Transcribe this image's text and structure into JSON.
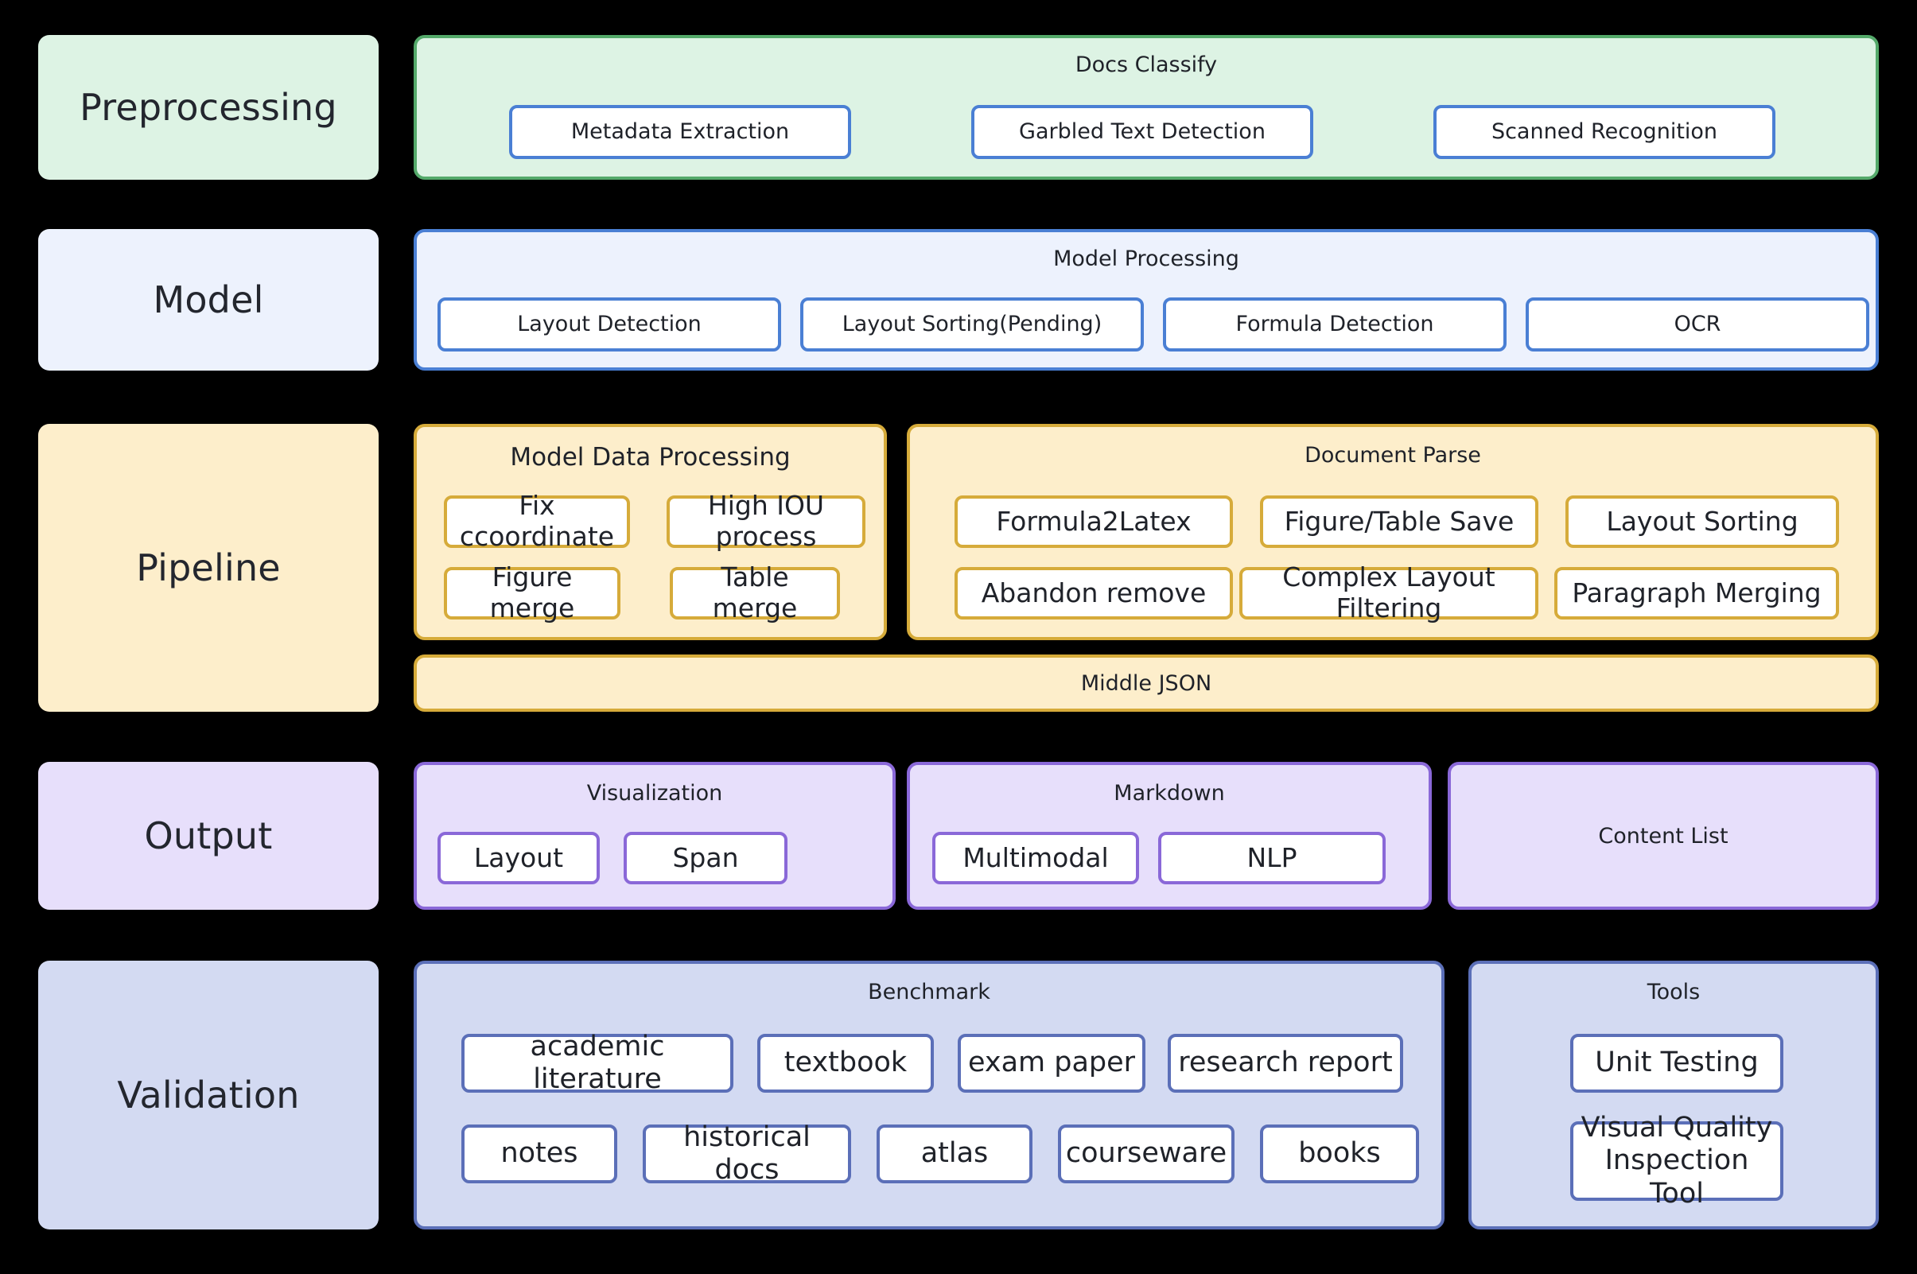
{
  "theme": {
    "background": "#000000",
    "green_fill": "#ddf3e4",
    "green_border": "#54a96a",
    "blue_fill": "#edf2fd",
    "blue_border": "#4a7fd4",
    "yellow_fill": "#fdeecb",
    "yellow_border": "#d6ab3a",
    "purple_fill": "#e7dffb",
    "purple_border": "#8a68d8",
    "navy_fill": "#d3daf2",
    "navy_border": "#5b6fb8",
    "chip_fill": "#ffffff",
    "text": "#1f2229"
  },
  "stages": [
    {
      "label": "Preprocessing"
    },
    {
      "label": "Model"
    },
    {
      "label": "Pipeline"
    },
    {
      "label": "Output"
    },
    {
      "label": "Validation"
    }
  ],
  "preprocessing": {
    "group_title": "Docs Classify",
    "items": [
      {
        "label": "Metadata Extraction"
      },
      {
        "label": "Garbled Text Detection"
      },
      {
        "label": "Scanned Recognition"
      }
    ]
  },
  "model": {
    "group_title": "Model Processing",
    "items": [
      {
        "label": "Layout Detection"
      },
      {
        "label": "Layout Sorting(Pending)"
      },
      {
        "label": "Formula Detection"
      },
      {
        "label": "OCR"
      }
    ]
  },
  "pipeline": {
    "model_data_processing": {
      "group_title": "Model Data Processing",
      "items": [
        {
          "label": "Fix ccoordinate"
        },
        {
          "label": "High IOU process"
        },
        {
          "label": "Figure merge"
        },
        {
          "label": "Table merge"
        }
      ]
    },
    "document_parse": {
      "group_title": "Document Parse",
      "items": [
        {
          "label": "Formula2Latex"
        },
        {
          "label": "Figure/Table Save"
        },
        {
          "label": "Layout Sorting"
        },
        {
          "label": "Abandon remove"
        },
        {
          "label": "Complex Layout Filtering"
        },
        {
          "label": "Paragraph Merging"
        }
      ]
    },
    "middle_json": {
      "label": "Middle JSON"
    }
  },
  "output": {
    "visualization": {
      "group_title": "Visualization",
      "items": [
        {
          "label": "Layout"
        },
        {
          "label": "Span"
        }
      ]
    },
    "markdown": {
      "group_title": "Markdown",
      "items": [
        {
          "label": "Multimodal"
        },
        {
          "label": "NLP"
        }
      ]
    },
    "content_list": {
      "label": "Content List"
    }
  },
  "validation": {
    "benchmark": {
      "group_title": "Benchmark",
      "row1": [
        {
          "label": "academic literature"
        },
        {
          "label": "textbook"
        },
        {
          "label": "exam paper"
        },
        {
          "label": "research report"
        }
      ],
      "row2": [
        {
          "label": "notes"
        },
        {
          "label": "historical docs"
        },
        {
          "label": "atlas"
        },
        {
          "label": "courseware"
        },
        {
          "label": "books"
        }
      ]
    },
    "tools": {
      "group_title": "Tools",
      "items": [
        {
          "label": "Unit Testing"
        },
        {
          "label": "Visual Quality Inspection Tool"
        }
      ]
    }
  }
}
